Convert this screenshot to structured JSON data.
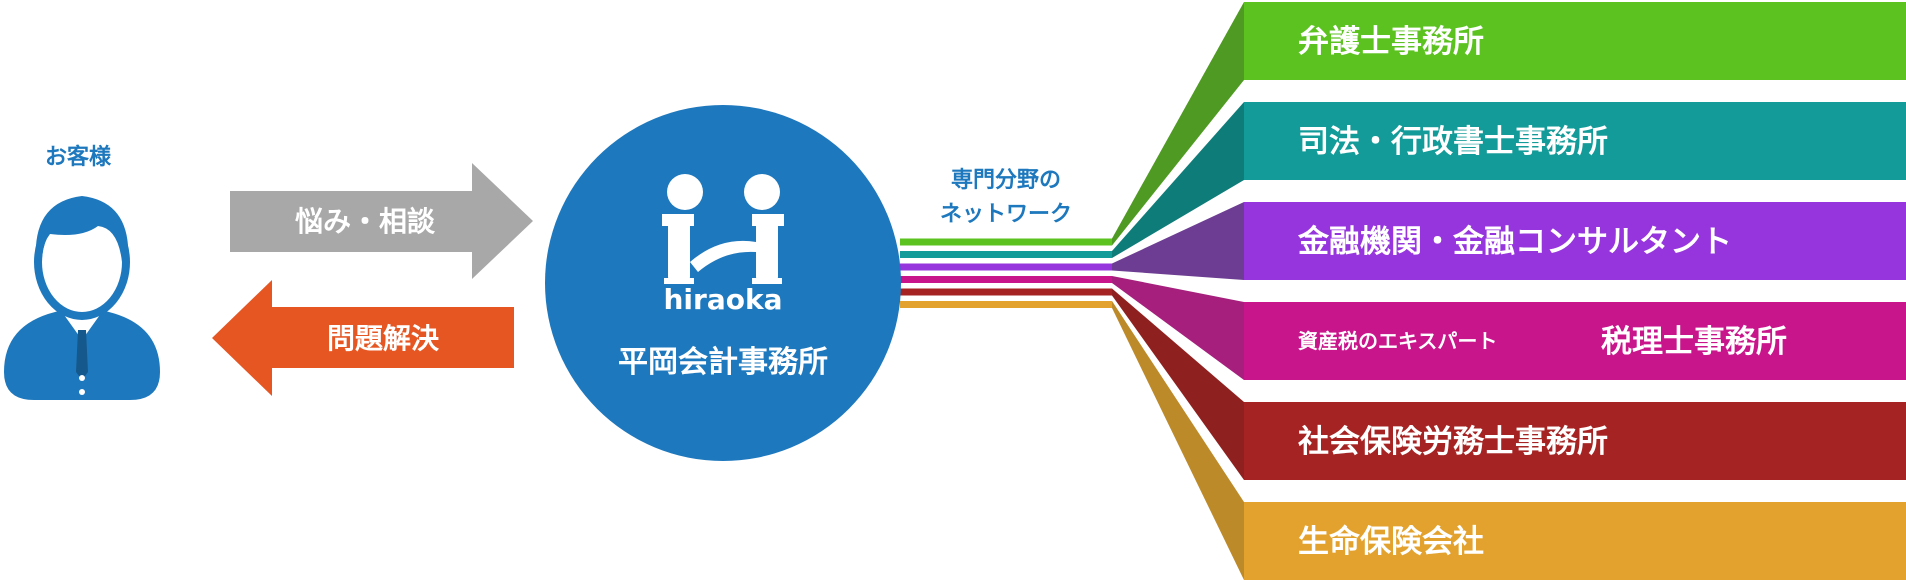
{
  "customer": {
    "label": "お客様",
    "color": "#1e78bd"
  },
  "arrows": {
    "consult": {
      "label": "悩み・相談",
      "color": "#a8a8a8"
    },
    "solve": {
      "label": "問題解決",
      "color": "#e65623"
    }
  },
  "firm": {
    "logo_text": "hiraoka",
    "name": "平岡会計事務所",
    "color": "#1e78bd"
  },
  "network_label": [
    "専門分野の",
    "ネットワーク"
  ],
  "partners": [
    {
      "prefix": "",
      "label": "弁護士事務所",
      "color": "#5bc21f",
      "dark": "#4f9a22"
    },
    {
      "prefix": "",
      "label": "司法・行政書士事務所",
      "color": "#129b98",
      "dark": "#0e7c79"
    },
    {
      "prefix": "",
      "label": "金融機関・金融コンサルタント",
      "color": "#9634de",
      "dark": "#6c3d92"
    },
    {
      "prefix": "資産税のエキスパート",
      "label": "税理士事務所",
      "color": "#c9158c",
      "dark": "#a61f7d"
    },
    {
      "prefix": "",
      "label": "社会保険労務士事務所",
      "color": "#a62323",
      "dark": "#8f2020"
    },
    {
      "prefix": "",
      "label": "生命保険会社",
      "color": "#e3a22d",
      "dark": "#bd8a2a"
    }
  ]
}
